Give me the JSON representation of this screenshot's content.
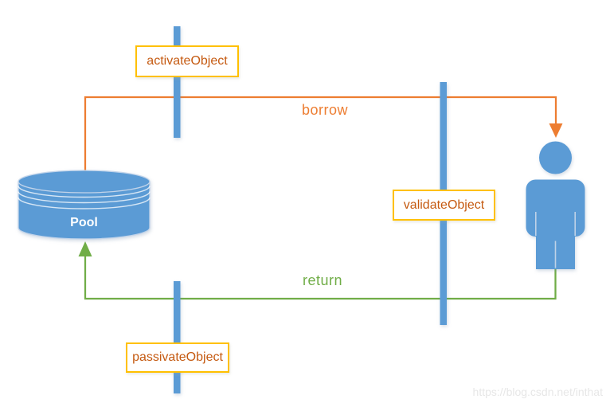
{
  "diagram": {
    "nodes": {
      "pool": {
        "label": "Pool",
        "icon": "database-cylinder-icon"
      },
      "client": {
        "icon": "person-icon"
      }
    },
    "edges": {
      "borrow": {
        "label": "borrow"
      },
      "return": {
        "label": "return"
      }
    },
    "operations": [
      {
        "label": "activateObject"
      },
      {
        "label": "validateObject"
      },
      {
        "label": "passivateObject"
      }
    ]
  },
  "watermark": {
    "text": "https://blog.csdn.net/inthat"
  },
  "colors": {
    "blue": "#5B9BD5",
    "orange": "#ED7D31",
    "orange_dark": "#C55A11",
    "green": "#70AD47",
    "yellow": "#FFC000",
    "watermark_gray": "#E7E7E7",
    "background": "#FFFFFF"
  }
}
